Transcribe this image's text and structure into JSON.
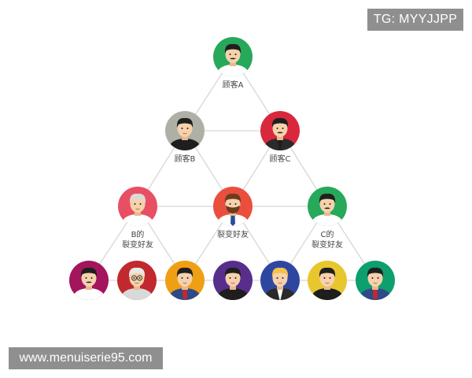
{
  "badge_text": "TG: MYYJJPP",
  "watermark_text": "www.menuiserie95.com",
  "colors": {
    "line": "#d7d7d7",
    "label": "#444444",
    "badge_bg": "#8f8f8f"
  },
  "nodes": [
    {
      "id": "customer-a",
      "label_lines": [
        "顾客A"
      ],
      "bg": "#27a85a",
      "icon": "man-mustache-icon"
    },
    {
      "id": "customer-b",
      "label_lines": [
        "顾客B"
      ],
      "bg": "#aeb0a6",
      "icon": "man-icon"
    },
    {
      "id": "customer-c",
      "label_lines": [
        "顾客C"
      ],
      "bg": "#d9283c",
      "icon": "man-suit-icon"
    },
    {
      "id": "b-referral",
      "label_lines": [
        "B的",
        "裂变好友"
      ],
      "bg": "#e94f63",
      "icon": "elderly-woman-icon"
    },
    {
      "id": "shared-referral",
      "label_lines": [
        "裂变好友"
      ],
      "bg": "#ea4f3e",
      "icon": "man-beard-icon"
    },
    {
      "id": "c-referral",
      "label_lines": [
        "C的",
        "裂变好友"
      ],
      "bg": "#27a85a",
      "icon": "man-mustache-icon"
    },
    {
      "id": "bottom-1",
      "label_lines": [],
      "bg": "#a3155d",
      "icon": "man-mustache-icon"
    },
    {
      "id": "bottom-2",
      "label_lines": [],
      "bg": "#c1292e",
      "icon": "elderly-man-glasses-icon"
    },
    {
      "id": "bottom-3",
      "label_lines": [],
      "bg": "#ef9f14",
      "icon": "man-tie-icon"
    },
    {
      "id": "bottom-4",
      "label_lines": [],
      "bg": "#582e8c",
      "icon": "man-icon"
    },
    {
      "id": "bottom-5",
      "label_lines": [],
      "bg": "#2d47a1",
      "icon": "blonde-man-icon"
    },
    {
      "id": "bottom-6",
      "label_lines": [],
      "bg": "#e7c72d",
      "icon": "man-icon"
    },
    {
      "id": "bottom-7",
      "label_lines": [],
      "bg": "#0d9f6d",
      "icon": "man-tie-icon"
    }
  ],
  "edges": [
    [
      "customer-a",
      "customer-b"
    ],
    [
      "customer-a",
      "customer-c"
    ],
    [
      "customer-b",
      "customer-c"
    ],
    [
      "customer-b",
      "b-referral"
    ],
    [
      "customer-b",
      "shared-referral"
    ],
    [
      "customer-c",
      "shared-referral"
    ],
    [
      "customer-c",
      "c-referral"
    ],
    [
      "b-referral",
      "shared-referral"
    ],
    [
      "shared-referral",
      "c-referral"
    ],
    [
      "b-referral",
      "bottom-1"
    ],
    [
      "b-referral",
      "bottom-3"
    ],
    [
      "shared-referral",
      "bottom-3"
    ],
    [
      "shared-referral",
      "bottom-5"
    ],
    [
      "c-referral",
      "bottom-5"
    ],
    [
      "c-referral",
      "bottom-7"
    ],
    [
      "bottom-1",
      "bottom-2"
    ],
    [
      "bottom-2",
      "bottom-3"
    ],
    [
      "bottom-3",
      "bottom-4"
    ],
    [
      "bottom-4",
      "bottom-5"
    ],
    [
      "bottom-5",
      "bottom-6"
    ],
    [
      "bottom-6",
      "bottom-7"
    ]
  ]
}
